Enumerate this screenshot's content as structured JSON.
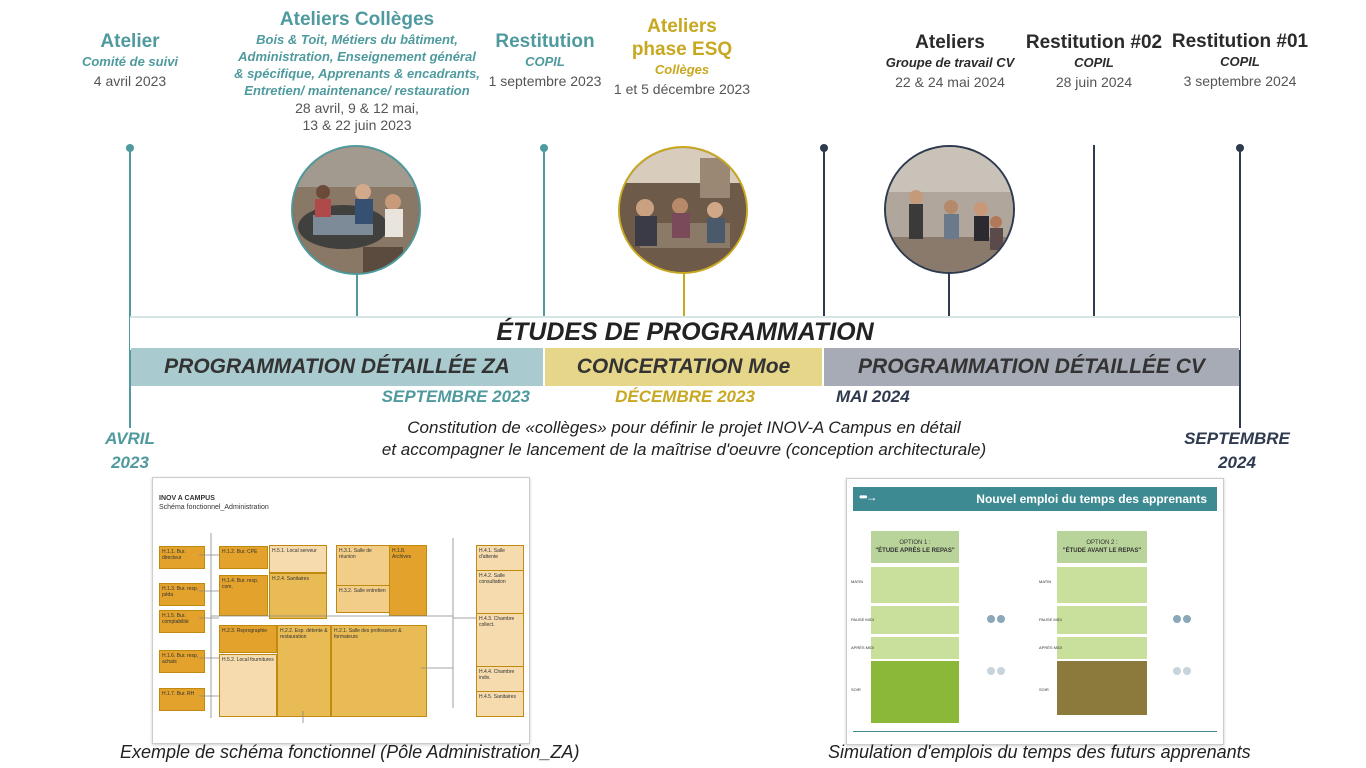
{
  "events": [
    {
      "title": "Atelier",
      "sub": "Comité de suivi",
      "date": "4 avril 2023"
    },
    {
      "title": "Ateliers Collèges",
      "sub_lines": [
        "Bois & Toit, Métiers du bâtiment,",
        "Administration, Enseignement général",
        "& spécifique, Apprenants & encadrants,",
        "Entretien/ maintenance/ restauration"
      ],
      "date_lines": [
        "28 avril, 9 & 12 mai,",
        "13 & 22 juin 2023"
      ]
    },
    {
      "title": "Restitution",
      "sub": "COPIL",
      "date": "1 septembre 2023"
    },
    {
      "title_lines": [
        "Ateliers",
        "phase ESQ"
      ],
      "sub": "Collèges",
      "date": "1 et 5 décembre 2023"
    },
    {
      "title": "Ateliers",
      "sub": "Groupe de travail CV",
      "date": "22 & 24 mai 2024"
    },
    {
      "title": "Restitution #02",
      "sub": "COPIL",
      "date": "28 juin 2024"
    },
    {
      "title": "Restitution #01",
      "sub": "COPIL",
      "date": "3 septembre 2024"
    }
  ],
  "main_title": "ÉTUDES DE PROGRAMMATION",
  "bands": [
    {
      "label": "PROGRAMMATION DÉTAILLÉE ZA",
      "period": "SEPTEMBRE 2023",
      "color": "#a9cbcf"
    },
    {
      "label": "CONCERTATION Moe",
      "period": "DÉCEMBRE 2023",
      "color": "#e6d68a"
    },
    {
      "label": "PROGRAMMATION DÉTAILLÉE CV",
      "period": "MAI 2024",
      "color": "#a7abb5"
    }
  ],
  "start": [
    "AVRIL",
    "2023"
  ],
  "end": [
    "SEPTEMBRE",
    "2024"
  ],
  "description": [
    "Constitution de «collèges» pour définir le projet INOV-A Campus en détail",
    "et accompagner le lancement de la maîtrise d'oeuvre (conception architecturale)"
  ],
  "left_doc": {
    "title": "INOV A CAMPUS",
    "subtitle": "Schéma fonctionnel_Administration",
    "caption": "Exemple de schéma fonctionnel (Pôle Administration_ZA)",
    "boxes": [
      "H.1.1. Bur. directeur",
      "H.1.2. Bur. CPE",
      "H.5.1. Local serveur",
      "H.3.1. Salle de réunion",
      "H.1.8. Archives",
      "H.1.3. Bur. resp. péda",
      "H.1.4. Bur. resp. com.",
      "H.2.4. Sanitaires",
      "H.3.2. Salle entretien",
      "H.1.5. Bur. comptabilité",
      "H.2.3. Reprographie",
      "H.2.2. Esp. détente & restauration",
      "H.2.1. Salle des professeurs & formateurs",
      "H.1.6. Bur. resp. achats",
      "H.5.2. Local fournitures",
      "H.1.7. Bur. RH",
      "H.4.1. Salle d'attente",
      "H.4.2. Salle consultation",
      "H.4.3. Chambre collect.",
      "H.4.4. Chambre indiv.",
      "H.4.5. Sanitaires"
    ]
  },
  "right_doc": {
    "header": "Nouvel emploi du temps des apprenants",
    "option1": [
      "OPTION 1 :",
      "\"ÉTUDE APRÈS LE REPAS\""
    ],
    "option2": [
      "OPTION 2 :",
      "\"ÉTUDE AVANT LE REPAS\""
    ],
    "rows": [
      "MATIN",
      "PAUSE MIDI",
      "APRÈS MIDI",
      "SOIR"
    ],
    "caption": "Simulation d'emplois du temps des futurs apprenants"
  },
  "colors": {
    "teal": "#4f9a9e",
    "gold": "#c8a820",
    "navy": "#2e3a4e",
    "header_teal": "#3d8a92"
  }
}
